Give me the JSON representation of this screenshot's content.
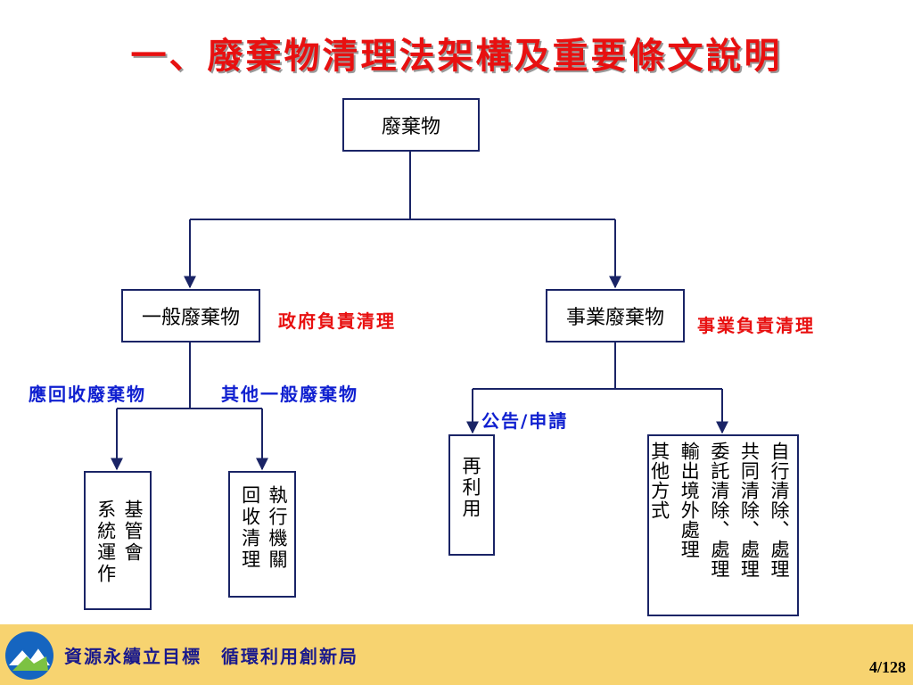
{
  "colors": {
    "title": "#e81010",
    "blue_label": "#1020d0",
    "red_label": "#e81010",
    "box_border": "#1a2466",
    "line": "#1a2466",
    "footer_bg": "#f7d370"
  },
  "title": "一、廢棄物清理法架構及重要條文說明",
  "nodes": {
    "root": "廢棄物",
    "general": "一般廢棄物",
    "industrial": "事業廢棄物",
    "fund_system": "基管會\n系統運作",
    "enforcement": "執行機關\n回收清理",
    "reuse": "再利用",
    "industrial_methods": "自行清除、處理\n共同清除、處理\n委託清除、處理\n輸出境外處理\n其他方式"
  },
  "labels": {
    "gov_responsible": "政府負責清理",
    "industry_responsible": "事業負責清理",
    "recyclable": "應回收廢棄物",
    "other_general": "其他一般廢棄物",
    "announce_apply": "公告/申請"
  },
  "footer": {
    "text": "資源永續立目標　循環利用創新局",
    "page": "4/128",
    "logo_icon": "epa-mountain-logo-icon"
  }
}
